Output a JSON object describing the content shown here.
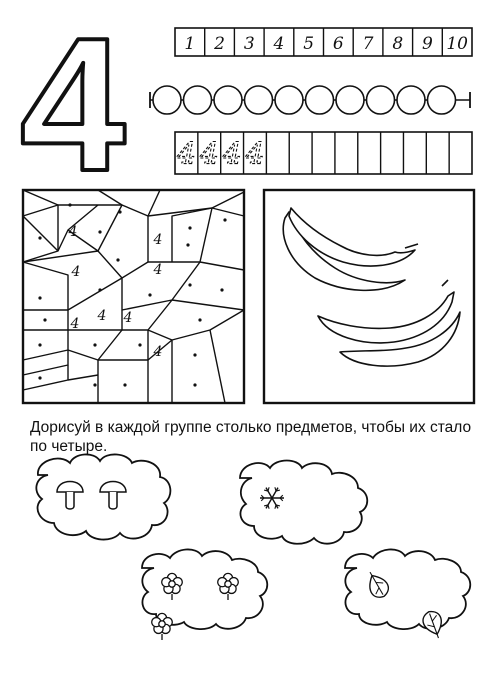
{
  "big_digit": "4",
  "number_row": [
    "1",
    "2",
    "3",
    "4",
    "5",
    "6",
    "7",
    "8",
    "9",
    "10"
  ],
  "bead_count": 10,
  "trace_row": {
    "traced": [
      "4",
      "4",
      "4",
      "4"
    ],
    "empty_cells": 9
  },
  "mosaic_label": "4",
  "instruction": "Дорисуй в каждой группе столько предметов, чтобы их стало по четыре.",
  "groups": [
    {
      "item": "mushroom-icon",
      "count": 2
    },
    {
      "item": "snowflake-icon",
      "count": 1
    },
    {
      "item": "flower-icon",
      "count": 3
    },
    {
      "item": "leaf-icon",
      "count": 2
    }
  ],
  "colors": {
    "ink": "#111111",
    "paper": "#ffffff"
  }
}
